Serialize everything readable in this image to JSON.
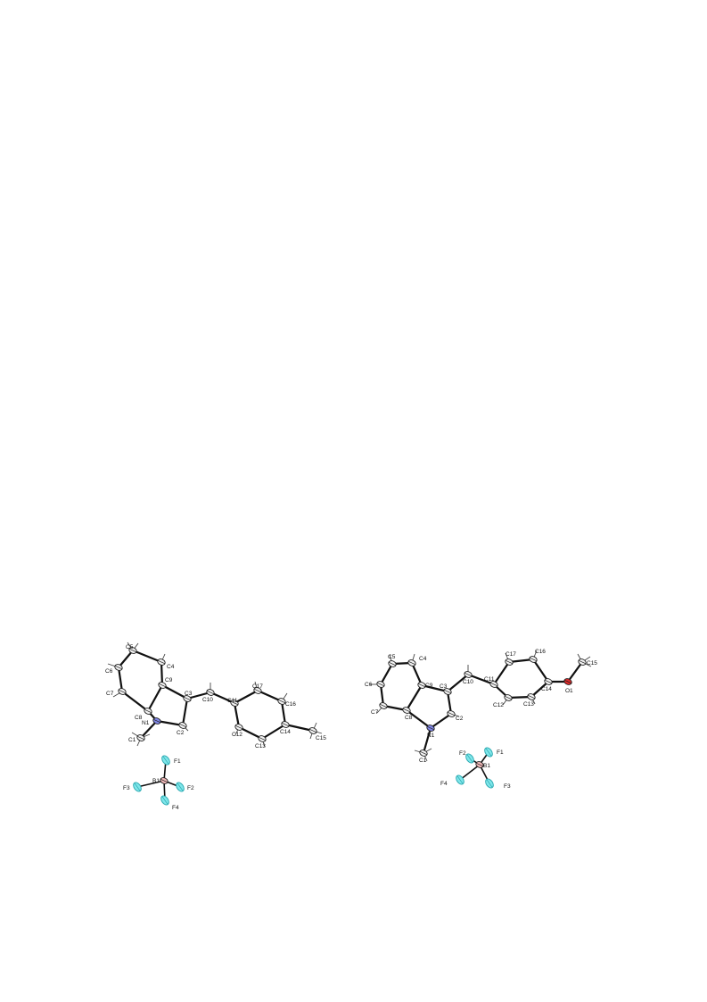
{
  "figure": {
    "structures": [
      {
        "atoms": [
          {
            "label": "C5",
            "elem": "C"
          },
          {
            "label": "C4",
            "elem": "C"
          },
          {
            "label": "C6",
            "elem": "C"
          },
          {
            "label": "C7",
            "elem": "C"
          },
          {
            "label": "C9",
            "elem": "C"
          },
          {
            "label": "C3",
            "elem": "C"
          },
          {
            "label": "C8",
            "elem": "C"
          },
          {
            "label": "N1",
            "elem": "N"
          },
          {
            "label": "C2",
            "elem": "C"
          },
          {
            "label": "C1",
            "elem": "C"
          },
          {
            "label": "C10",
            "elem": "C"
          },
          {
            "label": "C11",
            "elem": "C"
          },
          {
            "label": "C17",
            "elem": "C"
          },
          {
            "label": "C16",
            "elem": "C"
          },
          {
            "label": "C12",
            "elem": "C"
          },
          {
            "label": "C13",
            "elem": "C"
          },
          {
            "label": "C14",
            "elem": "C"
          },
          {
            "label": "C15",
            "elem": "C"
          },
          {
            "label": "B1",
            "elem": "B"
          },
          {
            "label": "F1",
            "elem": "F"
          },
          {
            "label": "F2",
            "elem": "F"
          },
          {
            "label": "F3",
            "elem": "F"
          },
          {
            "label": "F4",
            "elem": "F"
          }
        ]
      },
      {
        "atoms": [
          {
            "label": "C5",
            "elem": "C"
          },
          {
            "label": "C4",
            "elem": "C"
          },
          {
            "label": "C6",
            "elem": "C"
          },
          {
            "label": "C7",
            "elem": "C"
          },
          {
            "label": "C9",
            "elem": "C"
          },
          {
            "label": "C8",
            "elem": "C"
          },
          {
            "label": "C3",
            "elem": "C"
          },
          {
            "label": "C2",
            "elem": "C"
          },
          {
            "label": "N1",
            "elem": "N"
          },
          {
            "label": "C1",
            "elem": "C"
          },
          {
            "label": "C10",
            "elem": "C"
          },
          {
            "label": "C11",
            "elem": "C"
          },
          {
            "label": "C17",
            "elem": "C"
          },
          {
            "label": "C16",
            "elem": "C"
          },
          {
            "label": "C12",
            "elem": "C"
          },
          {
            "label": "C13",
            "elem": "C"
          },
          {
            "label": "C14",
            "elem": "C"
          },
          {
            "label": "O1",
            "elem": "O"
          },
          {
            "label": "C15",
            "elem": "C"
          },
          {
            "label": "B1",
            "elem": "B"
          },
          {
            "label": "F1",
            "elem": "F"
          },
          {
            "label": "F2",
            "elem": "F"
          },
          {
            "label": "F3",
            "elem": "F"
          },
          {
            "label": "F4",
            "elem": "F"
          }
        ]
      }
    ],
    "element_colors": {
      "C": "#f2f2f2",
      "N": "#7f86e8",
      "O": "#e02a2a",
      "B": "#f1b8b8",
      "F": "#7fe6ea"
    }
  }
}
